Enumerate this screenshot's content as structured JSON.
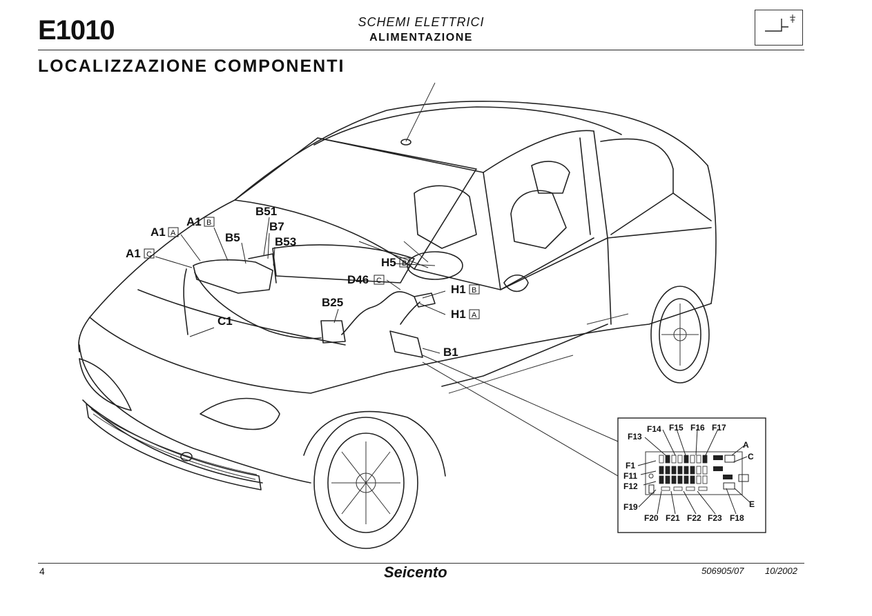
{
  "header": {
    "code": "E1010",
    "section": "SCHEMI ELETTRICI",
    "subsection": "ALIMENTAZIONE",
    "title": "LOCALIZZAZIONE COMPONENTI"
  },
  "components": [
    {
      "id": "a1a",
      "code": "A1",
      "suffix": "A"
    },
    {
      "id": "a1b",
      "code": "A1",
      "suffix": "B"
    },
    {
      "id": "a1c",
      "code": "A1",
      "suffix": "C"
    },
    {
      "id": "b5",
      "code": "B5",
      "suffix": ""
    },
    {
      "id": "b51",
      "code": "B51",
      "suffix": ""
    },
    {
      "id": "b7",
      "code": "B7",
      "suffix": ""
    },
    {
      "id": "b53",
      "code": "B53",
      "suffix": ""
    },
    {
      "id": "h5b",
      "code": "H5",
      "suffix": "B"
    },
    {
      "id": "d46c",
      "code": "D46",
      "suffix": "C"
    },
    {
      "id": "h1b",
      "code": "H1",
      "suffix": "B"
    },
    {
      "id": "h1a",
      "code": "H1",
      "suffix": "A"
    },
    {
      "id": "b25",
      "code": "B25",
      "suffix": ""
    },
    {
      "id": "c1",
      "code": "C1",
      "suffix": ""
    },
    {
      "id": "b1",
      "code": "B1",
      "suffix": ""
    }
  ],
  "fuse_box": {
    "fuses": [
      "F1",
      "F11",
      "F12",
      "F13",
      "F14",
      "F15",
      "F16",
      "F17",
      "F18",
      "F19",
      "F20",
      "F21",
      "F22",
      "F23"
    ],
    "connectors": [
      "A",
      "C",
      "E"
    ]
  },
  "footer": {
    "page": "4",
    "model": "Seicento",
    "doc_number": "506905/07",
    "date": "10/2002"
  }
}
